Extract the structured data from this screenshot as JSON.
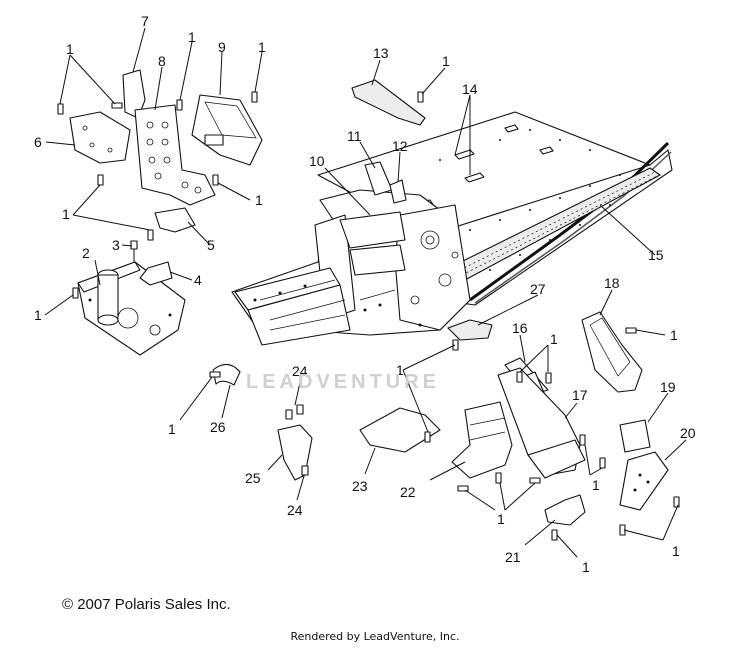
{
  "diagram": {
    "callouts": [
      {
        "id": "c1a",
        "text": "1"
      },
      {
        "id": "c1b",
        "text": "1"
      },
      {
        "id": "c1c",
        "text": "1"
      },
      {
        "id": "c1d",
        "text": "1"
      },
      {
        "id": "c1e",
        "text": "1"
      },
      {
        "id": "c1f",
        "text": "1"
      },
      {
        "id": "c1g",
        "text": "1"
      },
      {
        "id": "c1h",
        "text": "1"
      },
      {
        "id": "c1i",
        "text": "1"
      },
      {
        "id": "c1j",
        "text": "1"
      },
      {
        "id": "c1k",
        "text": "1"
      },
      {
        "id": "c1l",
        "text": "1"
      },
      {
        "id": "c1m",
        "text": "1"
      },
      {
        "id": "c1n",
        "text": "1"
      },
      {
        "id": "c1o",
        "text": "1"
      },
      {
        "id": "c2",
        "text": "2"
      },
      {
        "id": "c3",
        "text": "3"
      },
      {
        "id": "c4",
        "text": "4"
      },
      {
        "id": "c5",
        "text": "5"
      },
      {
        "id": "c6",
        "text": "6"
      },
      {
        "id": "c7",
        "text": "7"
      },
      {
        "id": "c8",
        "text": "8"
      },
      {
        "id": "c9",
        "text": "9"
      },
      {
        "id": "c10",
        "text": "10"
      },
      {
        "id": "c11",
        "text": "11"
      },
      {
        "id": "c12",
        "text": "12"
      },
      {
        "id": "c13",
        "text": "13"
      },
      {
        "id": "c14",
        "text": "14"
      },
      {
        "id": "c15",
        "text": "15"
      },
      {
        "id": "c16",
        "text": "16"
      },
      {
        "id": "c17",
        "text": "17"
      },
      {
        "id": "c18",
        "text": "18"
      },
      {
        "id": "c19",
        "text": "19"
      },
      {
        "id": "c20",
        "text": "20"
      },
      {
        "id": "c21",
        "text": "21"
      },
      {
        "id": "c22",
        "text": "22"
      },
      {
        "id": "c23",
        "text": "23"
      },
      {
        "id": "c24a",
        "text": "24"
      },
      {
        "id": "c24b",
        "text": "24"
      },
      {
        "id": "c25",
        "text": "25"
      },
      {
        "id": "c26",
        "text": "26"
      },
      {
        "id": "c27",
        "text": "27"
      }
    ],
    "watermark": "LEADVENTURE",
    "copyright": "© 2007 Polaris Sales Inc.",
    "rendered_by": "Rendered by LeadVenture, Inc."
  }
}
